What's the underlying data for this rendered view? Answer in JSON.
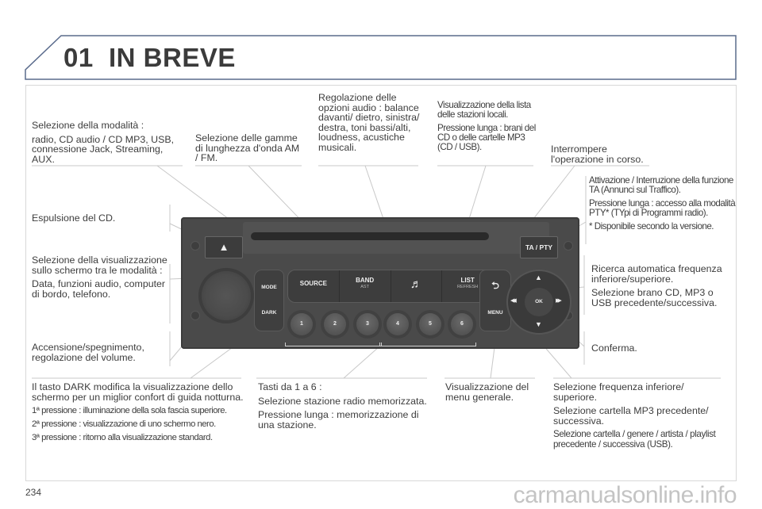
{
  "header": {
    "chapter_number": "01",
    "chapter_title": "IN BREVE"
  },
  "labels": {
    "mode_selection": {
      "title": "Selezione della modalità :",
      "body": "radio, CD audio / CD MP3, USB, connessione Jack, Streaming, AUX."
    },
    "band_selection": "Selezione delle gamme di lunghezza d'onda AM / FM.",
    "audio_options": "Regolazione delle opzioni audio : balance davanti/ dietro, sinistra/ destra, toni bassi/alti, loudness, acustiche musicali.",
    "list": {
      "line1": "Visualizzazione della lista delle stazioni locali.",
      "line2": "Pressione lunga : brani del CD o delle cartelle MP3 (CD / USB)."
    },
    "back": "Interrompere l'operazione in corso.",
    "ta_pty": {
      "line1": "Attivazione / Interruzione della funzione TA (Annunci sul Traffico).",
      "line2": "Pressione lunga : accesso alla modalità PTY* (TYpi di Programmi radio).",
      "footnote": "* Disponibile secondo la versione."
    },
    "eject": "Espulsione del CD.",
    "display_mode": {
      "line1": "Selezione della visualizzazione sullo schermo tra le modalità :",
      "line2": "Data, funzioni audio, computer di bordo, telefono."
    },
    "power_volume": "Accensione/spegnimento, regolazione del volume.",
    "seek": {
      "line1": "Ricerca automatica frequenza inferiore/superiore.",
      "line2": "Selezione brano CD, MP3 o USB precedente/successiva."
    },
    "confirm": "Conferma.",
    "dark": {
      "line1": "Il tasto DARK modifica la visualizzazione dello schermo per un miglior confort di guida notturna.",
      "line2": "1ª pressione : illuminazione della sola fascia superiore.",
      "line3": "2ª pressione : visualizzazione di uno schermo nero.",
      "line4": "3ª pressione : ritorno alla visualizzazione standard."
    },
    "presets": {
      "title": "Tasti da 1 a 6 :",
      "line1": "Selezione stazione radio memorizzata.",
      "line2": "Pressione lunga : memorizzazione di una stazione."
    },
    "menu": "Visualizzazione del menu generale.",
    "up_down": {
      "line1": "Selezione frequenza inferiore/ superiore.",
      "line2": "Selezione cartella MP3 precedente/ successiva.",
      "line3": "Selezione cartella / genere / artista / playlist precedente / successiva (USB)."
    }
  },
  "radio": {
    "eject_icon": "▲",
    "ta_pty_label": "TA / PTY",
    "mode_label": "MODE",
    "dark_label": "DARK",
    "source_label": "SOURCE",
    "band_label": "BAND",
    "band_sub": "AST",
    "audio_icon": "♬",
    "list_label": "LIST",
    "list_sub": "REFRESH",
    "back_icon": "⮌",
    "menu_label": "MENU",
    "ok_label": "OK",
    "up_icon": "▲",
    "down_icon": "▼",
    "left_icon": "◀◀",
    "right_icon": "▶▶",
    "presets": [
      "1",
      "2",
      "3",
      "4",
      "5",
      "6"
    ]
  },
  "footer": {
    "page_number": "234",
    "watermark": "carmanualsonline.info"
  }
}
